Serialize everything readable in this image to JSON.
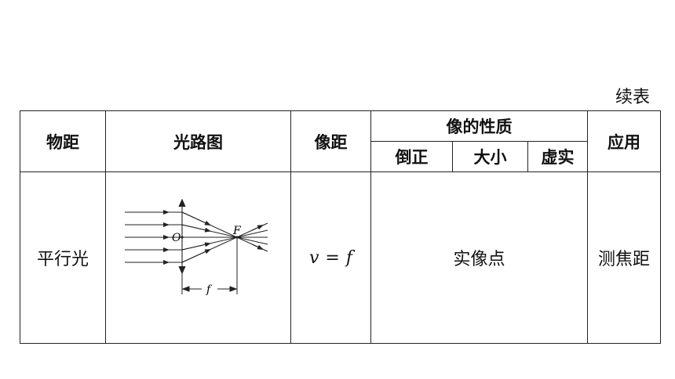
{
  "continuation_label": "续表",
  "headers": {
    "object_distance": "物距",
    "ray_diagram": "光路图",
    "image_distance": "像距",
    "image_nature": "像的性质",
    "orientation": "倒正",
    "size": "大小",
    "real_virtual": "虚实",
    "application": "应用"
  },
  "row": {
    "object_distance": "平行光",
    "image_distance": {
      "left": "v",
      "op": "=",
      "right": "f"
    },
    "image_nature": "实像点",
    "application": "测焦距"
  },
  "diagram": {
    "center_label": "O",
    "focus_label": "F",
    "focal_label": "f"
  }
}
